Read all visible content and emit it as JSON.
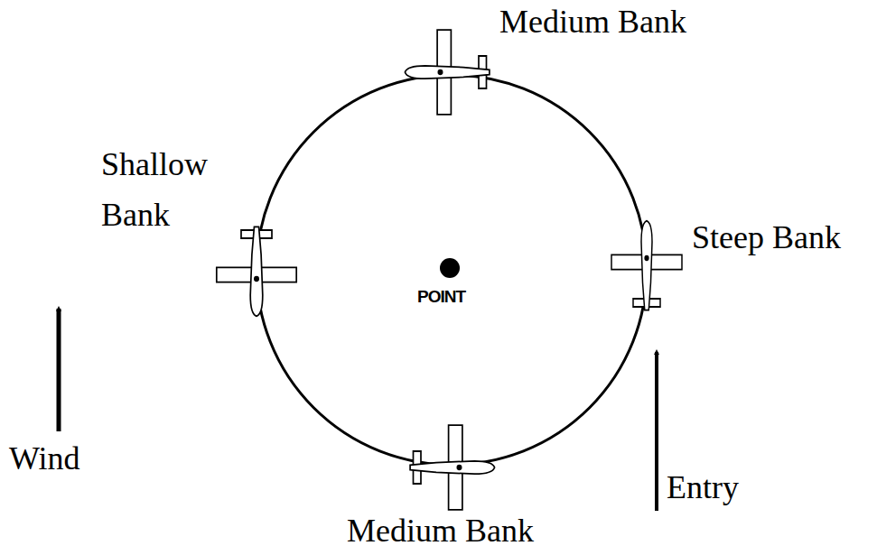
{
  "diagram": {
    "labels": [
      "Medium Bank",
      "Shallow Bank",
      "Steep Bank",
      "POINT",
      "Wind",
      "Entry",
      "Medium Bank"
    ]
  }
}
